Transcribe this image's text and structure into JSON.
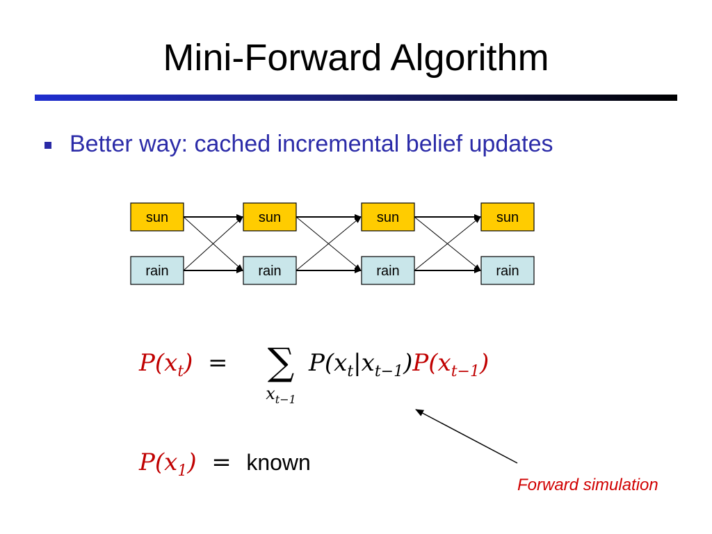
{
  "slide": {
    "title": "Mini-Forward Algorithm",
    "bullet": "Better way: cached incremental belief updates"
  },
  "diagram": {
    "columns": [
      {
        "top": "sun",
        "bottom": "rain"
      },
      {
        "top": "sun",
        "bottom": "rain"
      },
      {
        "top": "sun",
        "bottom": "rain"
      },
      {
        "top": "sun",
        "bottom": "rain"
      }
    ],
    "colors": {
      "sun": "#ffcc00",
      "rain": "#c9e6ea",
      "border": "#000000"
    }
  },
  "equations": {
    "recursion": {
      "lhs": "P(x_t)",
      "equals": "=",
      "sum_index": "x_{t-1}",
      "transition": "P(x_t|x_{t-1})",
      "prior": "P(x_{t-1})"
    },
    "base_case": {
      "lhs": "P(x_1)",
      "equals": "=",
      "rhs": "known"
    },
    "highlight_color": "#c00000"
  },
  "annotation": {
    "text": "Forward simulation",
    "color": "#d00000"
  }
}
